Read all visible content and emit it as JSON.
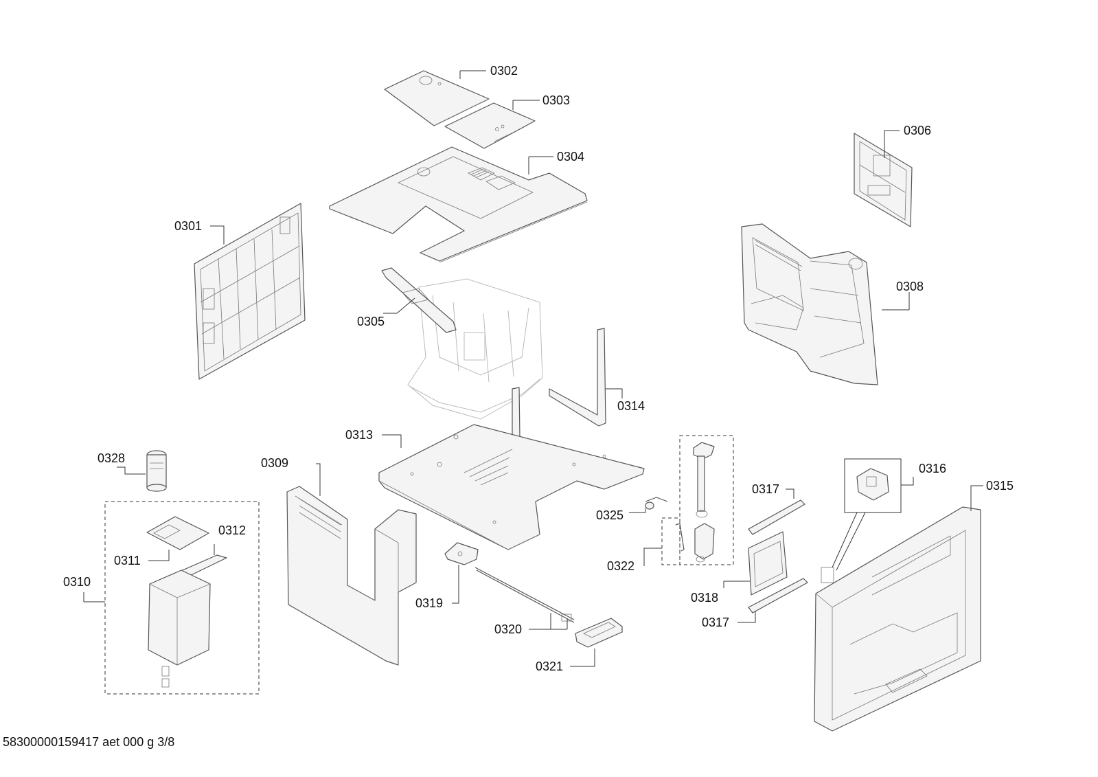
{
  "labels": {
    "p0301": "0301",
    "p0302": "0302",
    "p0303": "0303",
    "p0304": "0304",
    "p0305": "0305",
    "p0306": "0306",
    "p0308": "0308",
    "p0309": "0309",
    "p0310": "0310",
    "p0311": "0311",
    "p0312": "0312",
    "p0313": "0313",
    "p0314a": "0314",
    "p0314b": "0314",
    "p0315": "0315",
    "p0316": "0316",
    "p0317a": "0317",
    "p0317b": "0317",
    "p0318": "0318",
    "p0319": "0319",
    "p0320": "0320",
    "p0321": "0321",
    "p0322": "0322",
    "p0325": "0325",
    "p0328": "0328"
  },
  "footer": "58300000159417 aet 000 g 3/8"
}
